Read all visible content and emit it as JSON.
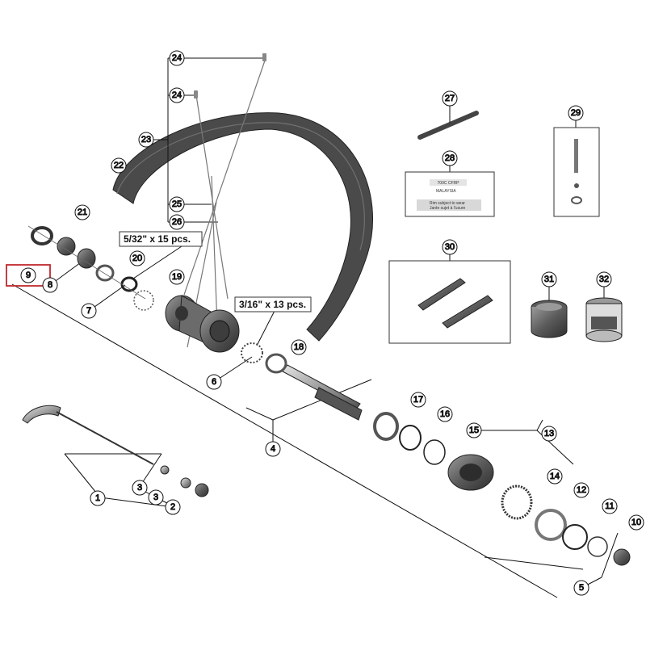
{
  "diagram": {
    "callouts": {
      "n1": "1",
      "n2": "2",
      "n3a": "3",
      "n3b": "3",
      "n4": "4",
      "n5": "5",
      "n6": "6",
      "n7": "7",
      "n8": "8",
      "n9": "9",
      "n10": "10",
      "n11": "11",
      "n12": "12",
      "n13": "13",
      "n14": "14",
      "n15": "15",
      "n16": "16",
      "n17": "17",
      "n18": "18",
      "n19": "19",
      "n20": "20",
      "n21": "21",
      "n22": "22",
      "n23": "23",
      "n24a": "24",
      "n24b": "24",
      "n25": "25",
      "n26": "26",
      "n27": "27",
      "n28": "28",
      "n29": "29",
      "n30": "30",
      "n31": "31",
      "n32": "32"
    },
    "spec_spoke_side": "5/32\" x 15 pcs.",
    "spec_freehub_side": "3/16\" x 13 pcs.",
    "highlight_color": "#c0282d",
    "rim_color": "#4a4a4a",
    "label_card": {
      "line1": "700C CFRP",
      "line2": "MALAYSIA",
      "line3": "Rim subject to wear",
      "line4": "Jante sujet à l'usure"
    }
  }
}
